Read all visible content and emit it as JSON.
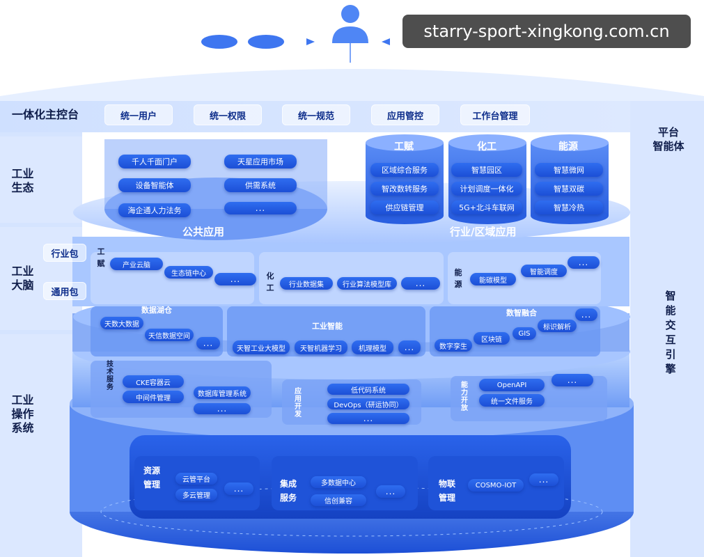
{
  "watermark": "starry-sport-xingkong.com.cn",
  "left_labels": {
    "platform": "一体化主控台",
    "ecology": [
      "工业",
      "生态"
    ],
    "brain": [
      "工业",
      "大脑"
    ],
    "os": [
      "工业",
      "操作",
      "系统"
    ]
  },
  "left_sub_buttons": [
    "行业包",
    "通用包"
  ],
  "right_labels": {
    "platform_agent": [
      "平台",
      "智能体"
    ],
    "interaction": [
      "智",
      "能",
      "交",
      "互",
      "引",
      "擎"
    ]
  },
  "console_tabs": [
    "统一用户",
    "统一权限",
    "统一规范",
    "应用管控",
    "工作台管理"
  ],
  "public_apps": {
    "title": "公共应用",
    "left_col": [
      "千人千面门户",
      "设备智能体",
      "海企通人力法务"
    ],
    "right_col": [
      "天星应用市场",
      "供需系统",
      "..."
    ]
  },
  "industry_apps": {
    "title": "行业/区域应用",
    "columns": [
      {
        "name": "工赋",
        "items": [
          "区域综合服务",
          "智改数转服务",
          "供应链管理"
        ]
      },
      {
        "name": "化工",
        "items": [
          "智慧园区",
          "计划调度一体化",
          "5G+北斗车联网"
        ]
      },
      {
        "name": "能源",
        "items": [
          "智慧微网",
          "智慧双碳",
          "智慧冷热"
        ]
      }
    ]
  },
  "brain_layer1": {
    "gongfu": {
      "label": [
        "工",
        "赋"
      ],
      "items": [
        "产业云脑",
        "生态链中心",
        "..."
      ]
    },
    "huagong": {
      "label": [
        "化",
        "工"
      ],
      "items": [
        "行业数据集",
        "行业算法模型库",
        "..."
      ]
    },
    "nengyuan": {
      "label": [
        "能",
        "源"
      ],
      "items": [
        "能碳模型",
        "智能调度",
        "..."
      ]
    }
  },
  "brain_layer2": {
    "lake": {
      "title": "数据湖仓",
      "items": [
        "天数大数据",
        "天信数据空间",
        "..."
      ]
    },
    "ai": {
      "title": "工业智能",
      "items": [
        "天智工业大模型",
        "天智机器学习",
        "机理模型",
        "..."
      ]
    },
    "fusion": {
      "title": "数智融合",
      "items": [
        "数字孪生",
        "区块链",
        "GIS",
        "标识解析",
        "..."
      ]
    }
  },
  "os_layer1": {
    "tech": {
      "label": [
        "技",
        "术",
        "服",
        "务"
      ],
      "items": [
        "CKE容器云",
        "中间件管理",
        "数据库管理系统",
        "..."
      ]
    },
    "dev": {
      "label": [
        "应",
        "用",
        "开",
        "发"
      ],
      "items": [
        "低代码系统",
        "DevOps（研运协同）",
        "..."
      ]
    },
    "open": {
      "label": [
        "能",
        "力",
        "开",
        "放"
      ],
      "items": [
        "OpenAPI",
        "统一文件服务",
        "..."
      ]
    }
  },
  "os_layer2": {
    "resource": {
      "label": [
        "资源",
        "管理"
      ],
      "items": [
        "云管平台",
        "多云管理",
        "..."
      ]
    },
    "integration": {
      "label": [
        "集成",
        "服务"
      ],
      "items": [
        "多数据中心",
        "信创兼容",
        "..."
      ]
    },
    "iot": {
      "label": [
        "物联",
        "管理"
      ],
      "items": [
        "COSMO-IOT",
        "..."
      ]
    }
  },
  "colors": {
    "primary": "#2f6df0",
    "dark": "#0f1d4a",
    "light": "#dce9ff"
  }
}
